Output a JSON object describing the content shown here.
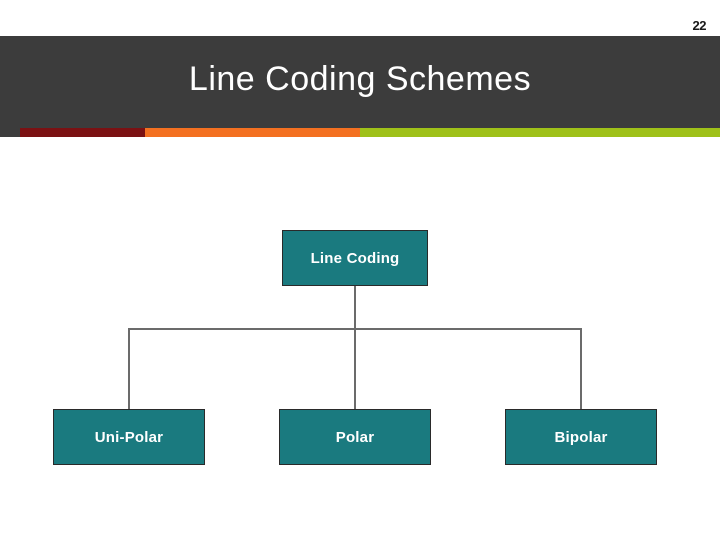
{
  "page": {
    "number": "22"
  },
  "header": {
    "title": "Line Coding Schemes"
  },
  "colors": {
    "header_band": "#3c3c3c",
    "header_band_top": "#5a5a5a",
    "accent_dark": "#3c3c3c",
    "accent_maroon": "#7b1113",
    "accent_orange": "#f37021",
    "accent_green": "#9fc119",
    "node_fill": "#1a7a7f",
    "node_border": "#2a2a2a",
    "node_text": "#ffffff",
    "connector": "#6b6b6b",
    "background": "#ffffff"
  },
  "chart_data": {
    "type": "diagram",
    "title": "Line Coding Schemes",
    "root": "Line Coding",
    "children": [
      "Uni-Polar",
      "Polar",
      "Bipolar"
    ]
  },
  "diagram": {
    "root_label": "Line Coding",
    "child_labels": {
      "left": "Uni-Polar",
      "middle": "Polar",
      "right": "Bipolar"
    }
  }
}
